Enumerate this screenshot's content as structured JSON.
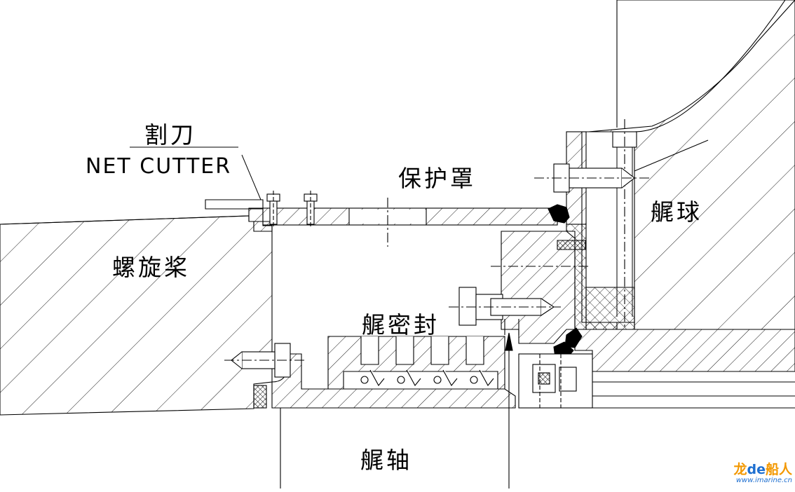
{
  "labels": {
    "net_cutter_cn": "割刀",
    "net_cutter_en": "NET CUTTER",
    "protective_cover": "保护罩",
    "propeller": "螺旋桨",
    "hub_ball": "艉球",
    "stern_seal": "艉密封",
    "stern_shaft": "艉轴"
  },
  "watermark": {
    "brand_prefix": "龙",
    "brand_mid": "de",
    "brand_suffix": "船人",
    "url": "www.imarine.cn"
  },
  "colors": {
    "line": "#000000",
    "brand_orange": "#f39800",
    "brand_blue": "#1e6fd0"
  }
}
